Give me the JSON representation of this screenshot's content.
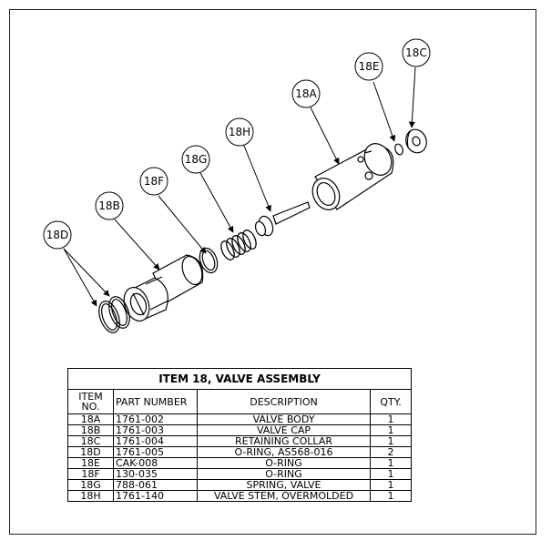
{
  "balloons": [
    "18A",
    "18B",
    "18C",
    "18D",
    "18E",
    "18F",
    "18G",
    "18H"
  ],
  "table": {
    "title": "ITEM 18,  VALVE ASSEMBLY",
    "headers": {
      "item_line1": "ITEM",
      "item_line2": "NO.",
      "part": "PART NUMBER",
      "desc": "DESCRIPTION",
      "qty": "QTY."
    },
    "rows": [
      {
        "item": "18A",
        "part": "1761-002",
        "desc": "VALVE BODY",
        "qty": "1"
      },
      {
        "item": "18B",
        "part": "1761-003",
        "desc": "VALVE CAP",
        "qty": "1"
      },
      {
        "item": "18C",
        "part": "1761-004",
        "desc": "RETAINING COLLAR",
        "qty": "1"
      },
      {
        "item": "18D",
        "part": "1761-005",
        "desc": "O-RING, AS568-016",
        "qty": "2"
      },
      {
        "item": "18E",
        "part": "CAK-008",
        "desc": "O-RING",
        "qty": "1"
      },
      {
        "item": "18F",
        "part": "130-035",
        "desc": "O-RING",
        "qty": "1"
      },
      {
        "item": "18G",
        "part": "788-061",
        "desc": "SPRING, VALVE",
        "qty": "1"
      },
      {
        "item": "18H",
        "part": "1761-140",
        "desc": "VALVE STEM, OVERMOLDED",
        "qty": "1"
      }
    ]
  }
}
